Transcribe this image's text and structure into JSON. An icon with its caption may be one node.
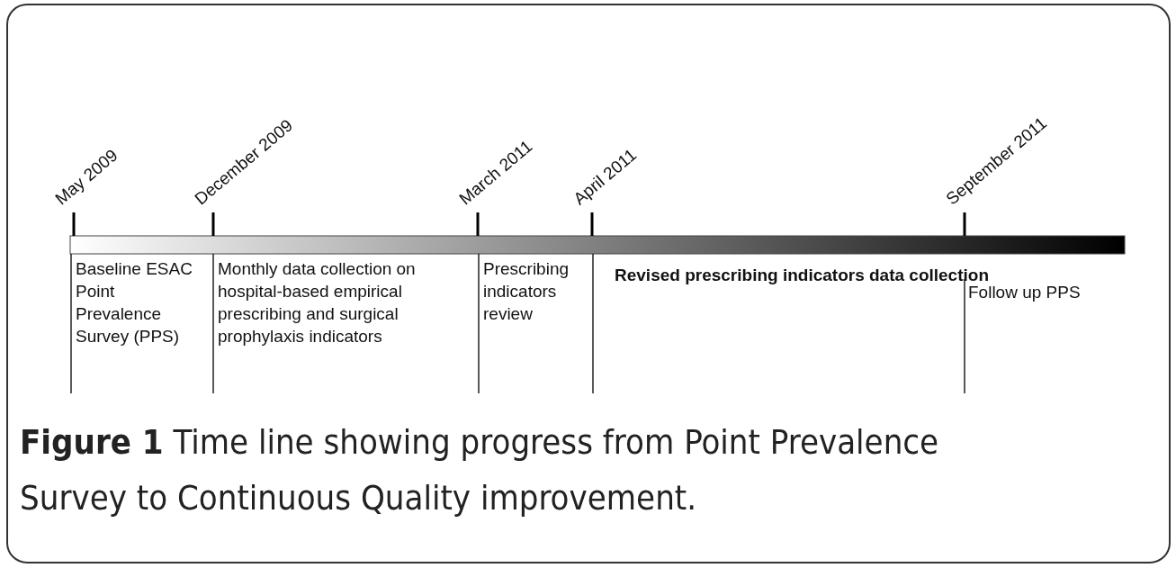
{
  "diagram": {
    "caption": "**Figure 1** Time line showing progress from Point Prevalence Survey to Continuous Quality improvement.",
    "labels": [
      "May 2009",
      "December 2009",
      "March 2011",
      "April 2011",
      "September 2011",
      "Baseline ESAC Point Prevalence Survey (PPS)",
      "Monthly data collection on hospital-based empirical prescribing and surgical prophylaxis indicators",
      "Prescribing indicators review",
      "Revised prescribing indicators data collection",
      "Follow up PPS"
    ]
  }
}
